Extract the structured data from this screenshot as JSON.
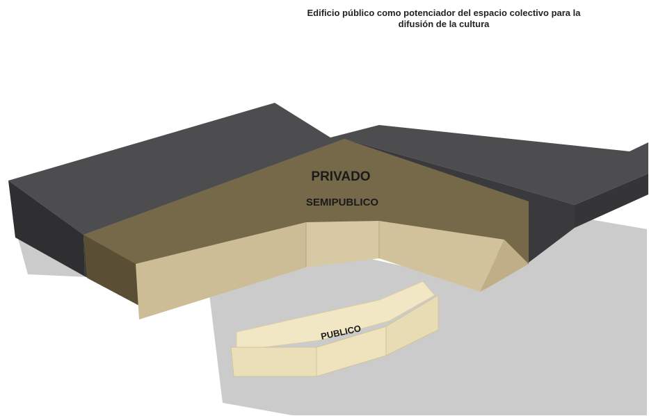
{
  "title": {
    "line1": "Edificio público como potenciador del espacio colectivo para la",
    "line2": "difusión de la cultura"
  },
  "zones": {
    "privado": "PRIVADO",
    "semipublico": "SEMIPUBLICO",
    "publico": "PUBLICO"
  },
  "colors": {
    "ground": "#cbcbcb",
    "privado_top": "#4d4d4f",
    "privado_side": "#2f2f31",
    "semipublico_top": "#76694a",
    "semipublico_side": "#5a4f35",
    "publico_top": "#d7c9a3",
    "publico_side": "#cdbd96",
    "publico_pavilion": "#f1e7c4"
  }
}
